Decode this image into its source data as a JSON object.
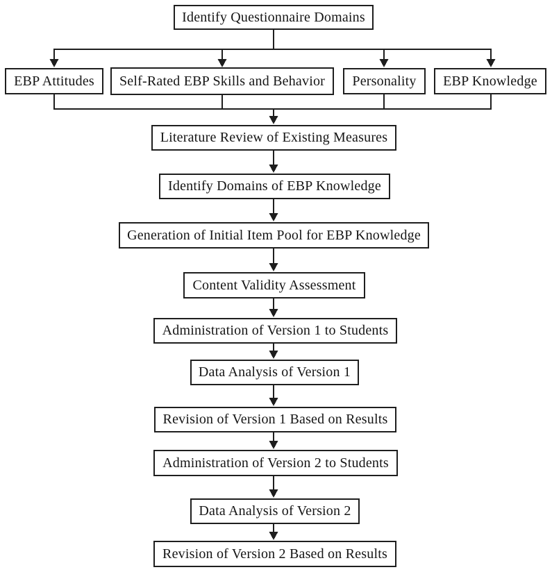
{
  "diagram": {
    "type": "flowchart",
    "background_color": "#ffffff",
    "line_color": "#1e1e1e",
    "nodes": [
      {
        "id": "identify-questionnaire-domains",
        "label": "Identify Questionnaire Domains"
      },
      {
        "id": "ebp-attitudes",
        "label": "EBP Attitudes"
      },
      {
        "id": "self-rated-ebp-skills-and-behavior",
        "label": "Self-Rated EBP Skills and Behavior"
      },
      {
        "id": "personality",
        "label": "Personality"
      },
      {
        "id": "ebp-knowledge",
        "label": "EBP Knowledge"
      },
      {
        "id": "literature-review-of-existing-measures",
        "label": "Literature Review of Existing Measures"
      },
      {
        "id": "identify-domains-of-ebp-knowledge",
        "label": "Identify Domains of EBP Knowledge"
      },
      {
        "id": "generation-of-initial-item-pool",
        "label": "Generation of Initial Item Pool for EBP Knowledge"
      },
      {
        "id": "content-validity-assessment",
        "label": "Content Validity Assessment"
      },
      {
        "id": "administration-of-version-1",
        "label": "Administration of Version 1 to Students"
      },
      {
        "id": "data-analysis-of-version-1",
        "label": "Data Analysis of Version 1"
      },
      {
        "id": "revision-of-version-1",
        "label": "Revision of Version 1 Based on Results"
      },
      {
        "id": "administration-of-version-2",
        "label": "Administration of Version 2 to Students"
      },
      {
        "id": "data-analysis-of-version-2",
        "label": "Data Analysis of Version 2"
      },
      {
        "id": "revision-of-version-2",
        "label": "Revision of Version 2 Based on Results"
      }
    ],
    "edges": [
      {
        "from": "identify-questionnaire-domains",
        "to": "ebp-attitudes"
      },
      {
        "from": "identify-questionnaire-domains",
        "to": "self-rated-ebp-skills-and-behavior"
      },
      {
        "from": "identify-questionnaire-domains",
        "to": "personality"
      },
      {
        "from": "identify-questionnaire-domains",
        "to": "ebp-knowledge"
      },
      {
        "from": "ebp-attitudes",
        "to": "literature-review-of-existing-measures"
      },
      {
        "from": "self-rated-ebp-skills-and-behavior",
        "to": "literature-review-of-existing-measures"
      },
      {
        "from": "personality",
        "to": "literature-review-of-existing-measures"
      },
      {
        "from": "ebp-knowledge",
        "to": "literature-review-of-existing-measures"
      },
      {
        "from": "literature-review-of-existing-measures",
        "to": "identify-domains-of-ebp-knowledge"
      },
      {
        "from": "identify-domains-of-ebp-knowledge",
        "to": "generation-of-initial-item-pool"
      },
      {
        "from": "generation-of-initial-item-pool",
        "to": "content-validity-assessment"
      },
      {
        "from": "content-validity-assessment",
        "to": "administration-of-version-1"
      },
      {
        "from": "administration-of-version-1",
        "to": "data-analysis-of-version-1"
      },
      {
        "from": "data-analysis-of-version-1",
        "to": "revision-of-version-1"
      },
      {
        "from": "revision-of-version-1",
        "to": "administration-of-version-2"
      },
      {
        "from": "administration-of-version-2",
        "to": "data-analysis-of-version-2"
      },
      {
        "from": "data-analysis-of-version-2",
        "to": "revision-of-version-2"
      }
    ]
  }
}
